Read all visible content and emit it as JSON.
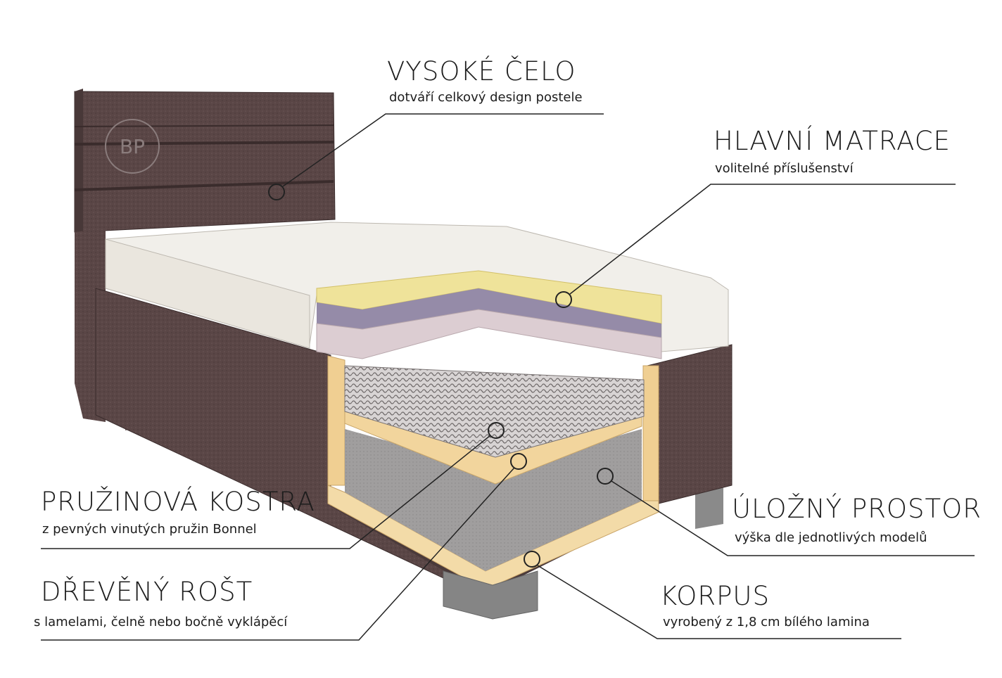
{
  "logo": {
    "text": "BP"
  },
  "labels": {
    "headboard": {
      "title": "VYSOKÉ ČELO",
      "subtitle": "dotváří celkový design postele"
    },
    "mattress": {
      "title": "HLAVNÍ MATRACE",
      "subtitle": "volitelné příslušenství"
    },
    "springs": {
      "title": "PRUŽINOVÁ KOSTRA",
      "subtitle": "z pevných vinutých pružin Bonnel"
    },
    "storage": {
      "title": "ÚLOŽNÝ PROSTOR",
      "subtitle": "výška dle jednotlivých modelů"
    },
    "slats": {
      "title": "DŘEVĚNÝ ROŠT",
      "subtitle": "s lamelami, čelně nebo bočně vyklápěcí"
    },
    "body": {
      "title": "KORPUS",
      "subtitle": "vyrobený z 1,8 cm bílého lamina"
    }
  },
  "colors": {
    "upholstery": "#5a4646",
    "upholstery_dark": "#443434",
    "mattress_top": "#f1efea",
    "foam_yellow": "#efe39a",
    "foam_purple": "#958ba8",
    "foam_pink": "#dccdd2",
    "wood": "#f0cf92",
    "storage_grey": "#9a9898",
    "leg_grey": "#7c7c7c",
    "line": "#222222"
  }
}
